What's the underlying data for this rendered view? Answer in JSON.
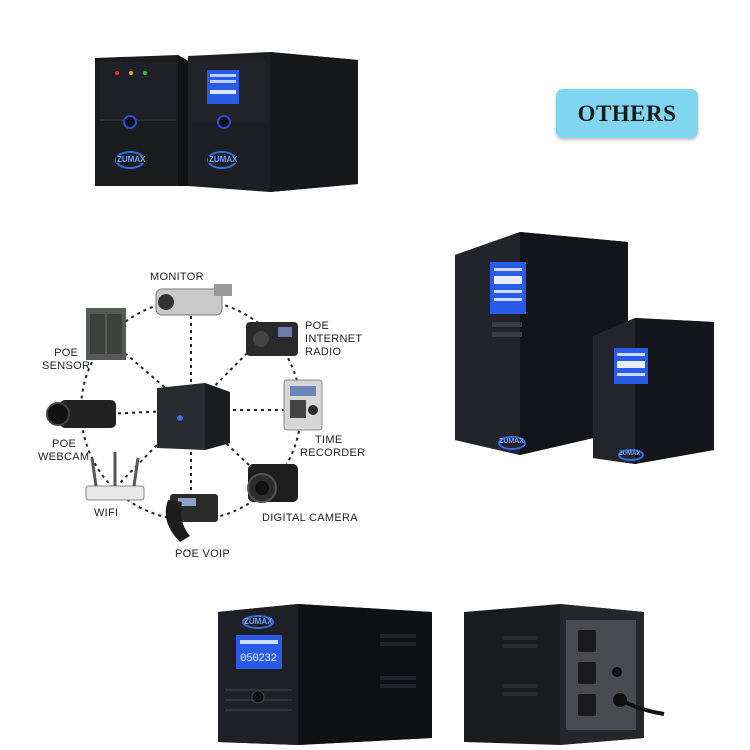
{
  "badge": {
    "label": "OTHERS"
  },
  "brand": {
    "logo_text": "ZUMAX"
  },
  "lcd": {
    "bottom_left_reading": "050232"
  },
  "diagram": {
    "labels": {
      "monitor": "MONITOR",
      "poe_internet_radio": [
        "POE",
        "INTERNET",
        "RADIO"
      ],
      "poe_sensor": [
        "POE",
        "SENSOR"
      ],
      "time_recorder": [
        "TIME",
        "RECORDER"
      ],
      "poe_webcam": [
        "POE",
        "WEBCAM"
      ],
      "wifi": "WIFI",
      "digital_camera": "DIGITAL CAMERA",
      "poe_voip": "POE VOIP"
    }
  },
  "colors": {
    "badge_bg": "#7fd6ee",
    "ups_body": "#1c1d22",
    "lcd_blue": "#2a5be8",
    "dashed_line": "#222222"
  }
}
